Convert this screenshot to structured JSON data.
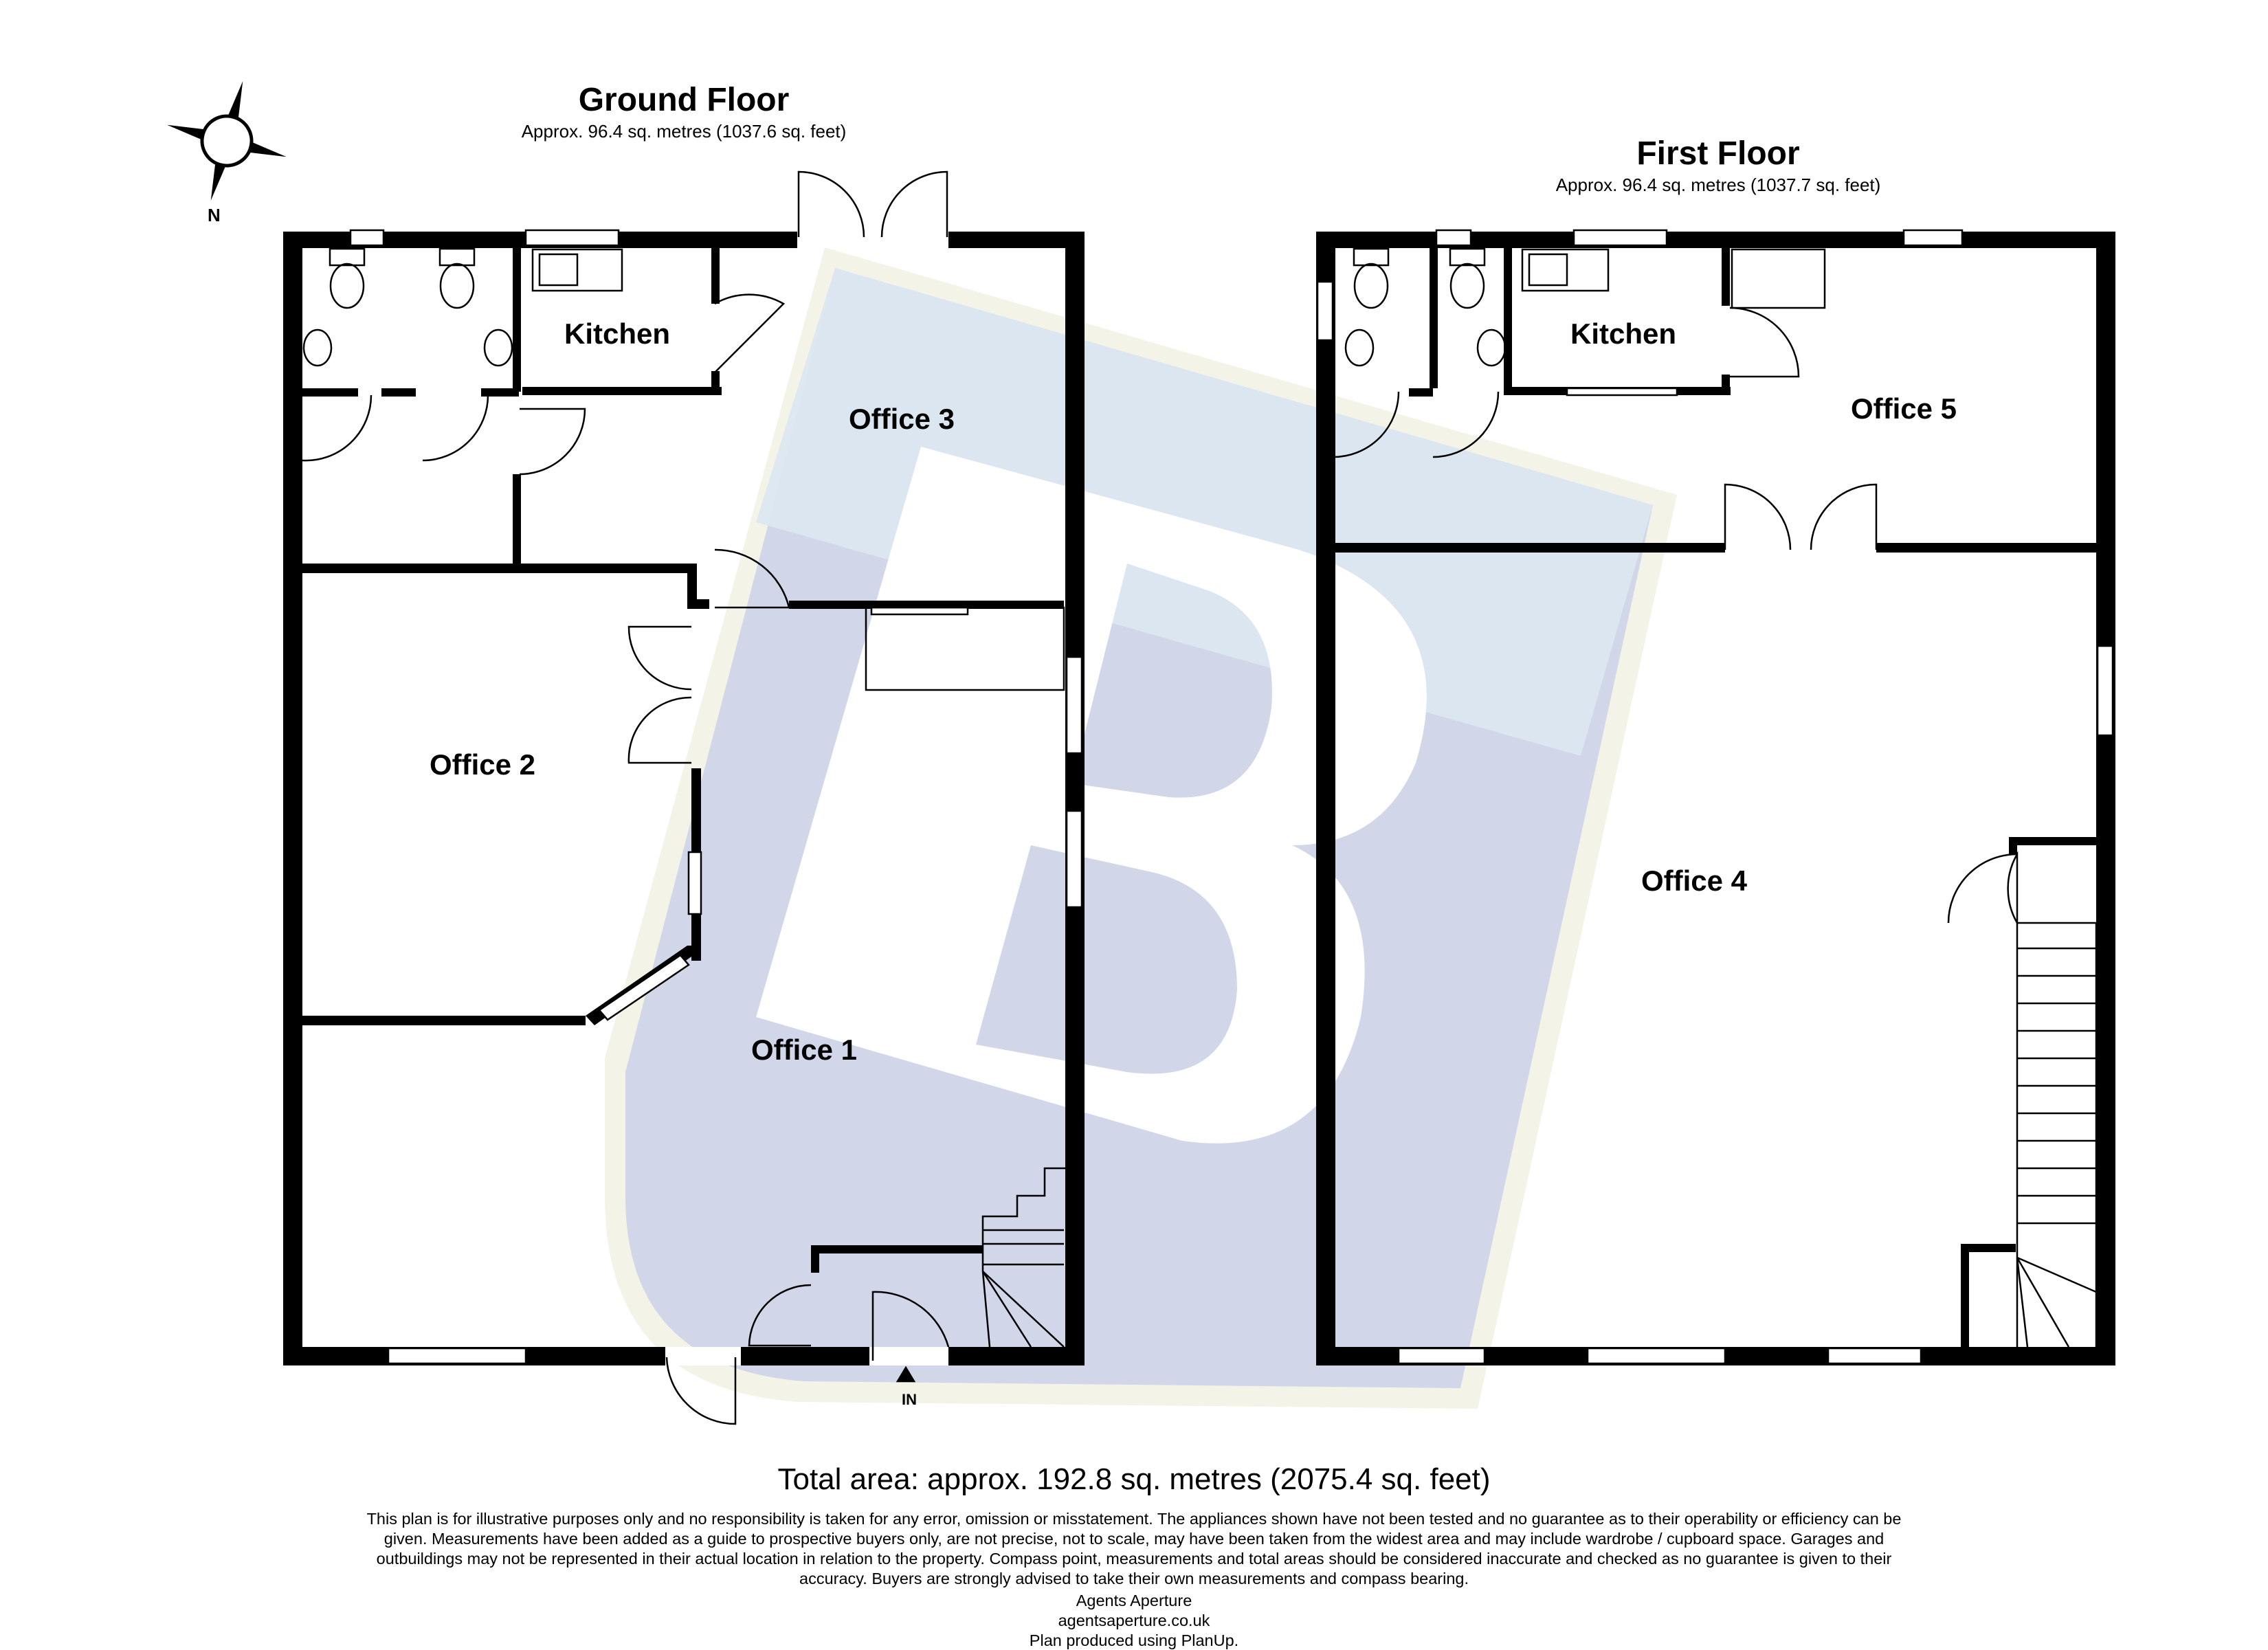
{
  "floors": {
    "ground": {
      "title": "Ground Floor",
      "area": "Approx. 96.4 sq. metres (1037.6 sq. feet)",
      "rooms": [
        "Kitchen",
        "Office 3",
        "Office 2",
        "Office 1"
      ]
    },
    "first": {
      "title": "First Floor",
      "area": "Approx. 96.4 sq. metres (1037.7 sq. feet)",
      "rooms": [
        "Kitchen",
        "Office 5",
        "Office 4"
      ]
    }
  },
  "compass": {
    "label": "N"
  },
  "entrance": {
    "label": "IN"
  },
  "total_area": "Total area: approx. 192.8 sq. metres (2075.4 sq. feet)",
  "disclaimer": "This plan is for illustrative purposes only and no responsibility is taken for any error, omission or misstatement. The appliances shown have not been tested and no guarantee as to their operability or efficiency can be given. Measurements have been added as a guide to prospective buyers only, are not precise, not to scale, may have been taken from the widest area and may include wardrobe / cupboard space. Garages and outbuildings may not be represented in their actual location in relation to the property. Compass point, measurements and total areas should be considered inaccurate and checked as no guarantee is given to their accuracy. Buyers are strongly advised to take their own measurements and compass bearing.",
  "credits": [
    "Agents Aperture",
    "agentsaperture.co.uk",
    "Plan produced using PlanUp."
  ],
  "colors": {
    "wall": "#000000",
    "watermark": "#c9cfe6",
    "watermark_light": "#d4e2f0",
    "watermark_border": "#f0efe2"
  }
}
